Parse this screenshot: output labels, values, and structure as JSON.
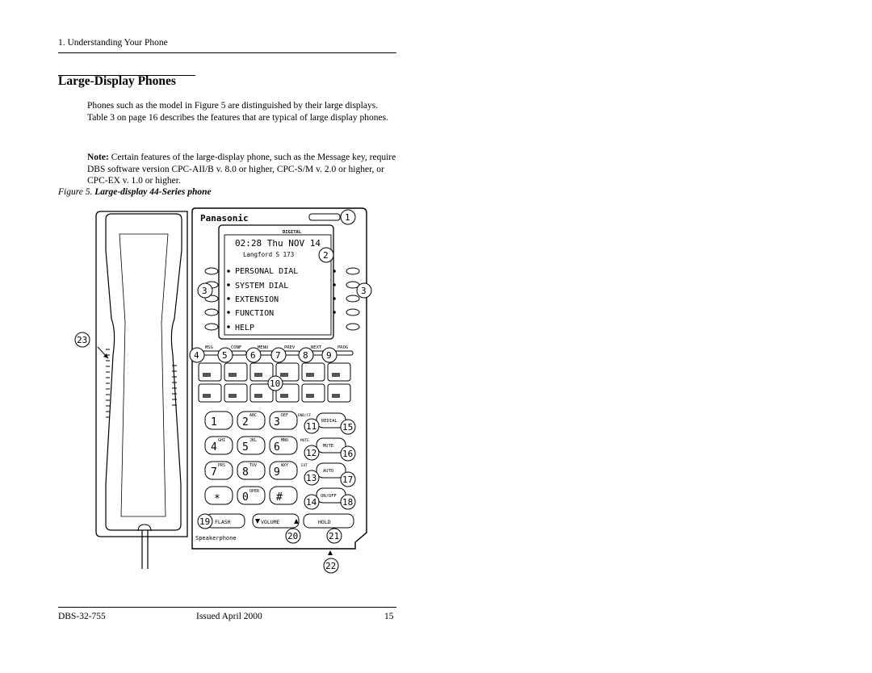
{
  "header": {
    "section": "1. Understanding Your Phone"
  },
  "title": "Large-Display Phones",
  "paragraphs": {
    "intro": "Phones such as the model in Figure 5 are distinguished by their large displays. Table 3 on page 16 describes the features that are typical of large display phones.",
    "note_label": "Note:",
    "note_text": " Certain features of the large-display phone, such as the Message key, require DBS software version CPC-AII/B v. 8.0 or higher, CPC-S/M v. 2.0 or higher, or CPC-EX v. 1.0 or higher."
  },
  "figure": {
    "caption_num": "Figure 5.",
    "caption_text": " Large-display 44-Series phone",
    "brand": "Panasonic",
    "brand_sub": "DIGITAL",
    "display_line1": "02:28 Thu  NOV 14",
    "display_line2": "Langford S    173",
    "menu_items": [
      "PERSONAL DIAL",
      "SYSTEM DIAL",
      "EXTENSION",
      "FUNCTION",
      "HELP"
    ],
    "function_keys": [
      "MSG",
      "CONF",
      "MENU",
      "PREV",
      "NEXT",
      "PROG"
    ],
    "dial_keys": [
      {
        "digit": "1",
        "letters": ""
      },
      {
        "digit": "2",
        "letters": "ABC"
      },
      {
        "digit": "3",
        "letters": "DEF"
      },
      {
        "digit": "4",
        "letters": "GHI"
      },
      {
        "digit": "5",
        "letters": "JKL"
      },
      {
        "digit": "6",
        "letters": "MNO"
      },
      {
        "digit": "7",
        "letters": "PRS"
      },
      {
        "digit": "8",
        "letters": "TUV"
      },
      {
        "digit": "9",
        "letters": "WXY"
      },
      {
        "digit": "*",
        "letters": ""
      },
      {
        "digit": "0",
        "letters": "OPER"
      },
      {
        "digit": "#",
        "letters": ""
      }
    ],
    "side_keys": [
      "REDIAL",
      "MUTE",
      "AUTO",
      "ON/OFF"
    ],
    "side_small_labels": [
      "DND/CF",
      "MUTE",
      "EXT",
      ""
    ],
    "bottom_keys": {
      "flash": "FLASH",
      "volume": "VOLUME",
      "hold": "HOLD"
    },
    "speakerphone_label": "Speakerphone",
    "callouts": [
      "1",
      "2",
      "3",
      "3",
      "4",
      "5",
      "6",
      "7",
      "8",
      "9",
      "10",
      "11",
      "12",
      "13",
      "14",
      "15",
      "16",
      "17",
      "18",
      "19",
      "20",
      "21",
      "22",
      "23"
    ]
  },
  "footer": {
    "doc_id": "DBS-32-755",
    "issued": "Issued April 2000",
    "page": "15"
  }
}
